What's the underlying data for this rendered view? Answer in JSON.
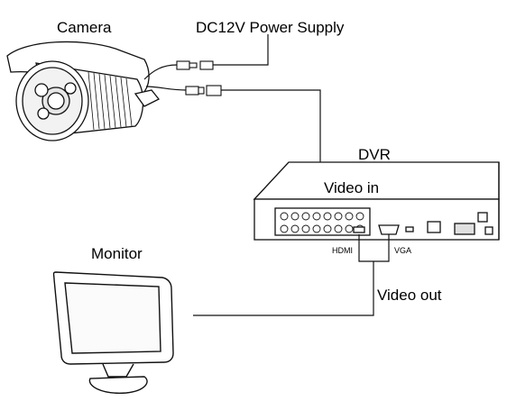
{
  "labels": {
    "camera": "Camera",
    "power_supply": "DC12V Power Supply",
    "dvr": "DVR",
    "video_in": "Video in",
    "monitor": "Monitor",
    "video_out": "Video out",
    "hdmi": "HDMI",
    "vga": "VGA"
  },
  "colors": {
    "line": "#111111",
    "fill": "#ffffff",
    "shade": "#cfcfcf"
  }
}
